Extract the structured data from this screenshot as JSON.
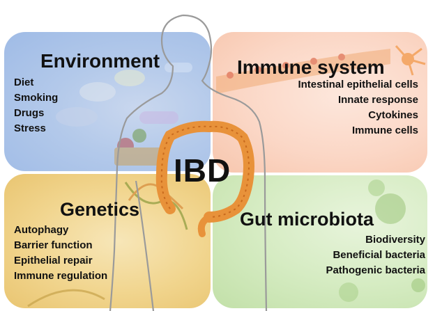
{
  "center": {
    "label": "IBD"
  },
  "quadrants": {
    "environment": {
      "title": "Environment",
      "items": [
        "Diet",
        "Smoking",
        "Drugs",
        "Stress"
      ]
    },
    "immune": {
      "title": "Immune system",
      "items": [
        "Intestinal epithelial cells",
        "Innate response",
        "Cytokines",
        "Immune cells"
      ]
    },
    "genetics": {
      "title": "Genetics",
      "items": [
        "Autophagy",
        "Barrier function",
        "Epithelial repair",
        "Immune regulation"
      ]
    },
    "microbiota": {
      "title": "Gut microbiota",
      "items": [
        "Biodiversity",
        "Beneficial bacteria",
        "Pathogenic bacteria"
      ]
    }
  },
  "colors": {
    "environment": "#b3c9ea",
    "immune": "#fbd7c6",
    "genetics": "#f1d58e",
    "microbiota": "#d6ecc3",
    "intestine": "#e8923a",
    "outline": "#9a9a9a"
  }
}
